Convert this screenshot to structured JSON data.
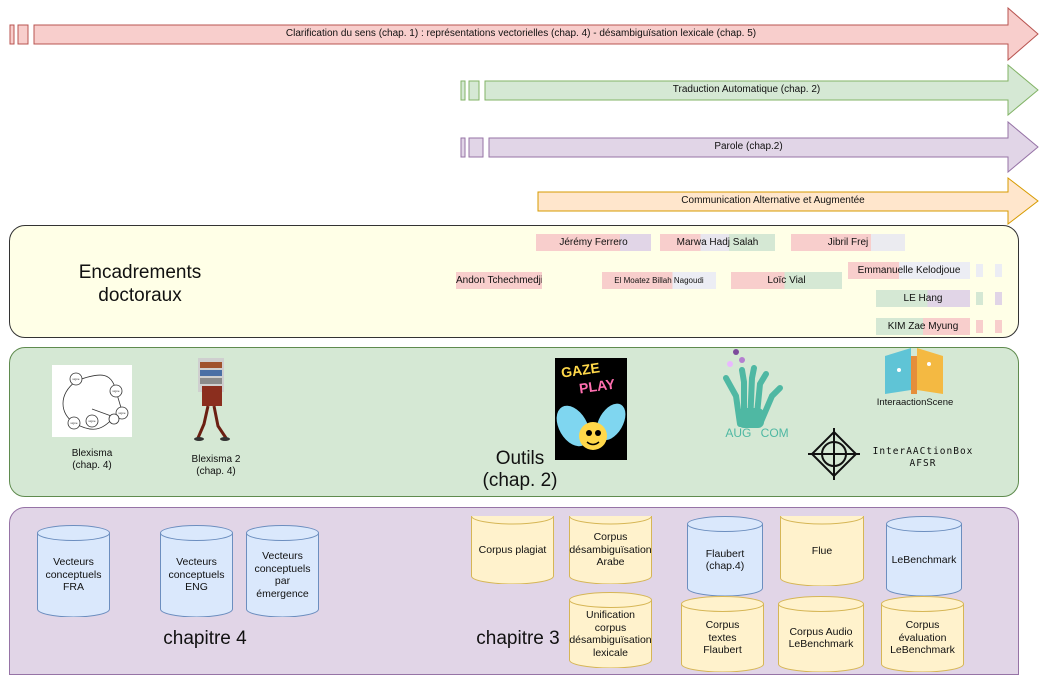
{
  "arrows": {
    "clarification": "Clarification du sens (chap. 1) : représentations vectorielles (chap. 4) - désambiguïsation lexicale (chap. 5)",
    "traduction": "Traduction Automatique (chap. 2)",
    "parole": "Parole (chap.2)",
    "caa": "Communication Alternative et Augmentée"
  },
  "encadrements": {
    "title_line1": "Encadrements",
    "title_line2": "doctoraux",
    "names": {
      "jeremy": "Jérémy Ferrero",
      "marwa": "Marwa Hadj Salah",
      "jibril": "Jibril Frej",
      "andon": "Andon Tchechmedjiev",
      "moatez": "El Moatez Billah Nagoudi",
      "loic": "Loïc Vial",
      "emmanuelle": "Emmanuelle Kelodjoue",
      "lehang": "LE Hang",
      "kim": "KIM Zae Myung"
    }
  },
  "outils": {
    "title_line1": "Outils",
    "title_line2": "(chap. 2)",
    "blexisma_line1": "Blexisma",
    "blexisma_line2": "(chap. 4)",
    "blexisma2_line1": "Blexisma 2",
    "blexisma2_line2": "(chap. 4)",
    "gazeplay_line1": "GAZE",
    "gazeplay_line2": "PLAY",
    "augcom_left": "AUG",
    "augcom_right": "COM",
    "interaactionscene": "InteraactionScene",
    "interaactionbox_line1": "InterAACtionBox",
    "interaactionbox_line2": "AFSR",
    "node_label": "signe"
  },
  "chapitres": {
    "chap4_title": "chapitre 4",
    "chap3_title": "chapitre 3",
    "vecteurs_fra": [
      "Vecteurs",
      "conceptuels",
      "FRA"
    ],
    "vecteurs_eng": [
      "Vecteurs",
      "conceptuels",
      "ENG"
    ],
    "vecteurs_emergence": [
      "Vecteurs",
      "conceptuels",
      "par",
      "émergence"
    ],
    "corpus_plagiat": [
      "Corpus plagiat"
    ],
    "corpus_desamb_arabe": [
      "Corpus",
      "désambiguïsation",
      "Arabe"
    ],
    "unification": [
      "Unification",
      "corpus",
      "désambiguïsation",
      "lexicale"
    ],
    "flaubert": [
      "Flaubert",
      "(chap.4)"
    ],
    "flue": [
      "Flue"
    ],
    "lebenchmark": [
      "LeBenchmark"
    ],
    "corpus_textes_flaubert": [
      "Corpus",
      "textes",
      "Flaubert"
    ],
    "corpus_audio": [
      "Corpus Audio",
      "LeBenchmark"
    ],
    "corpus_eval": [
      "Corpus",
      "évaluation",
      "LeBenchmark"
    ]
  },
  "colors": {
    "pink": "#f8cecc",
    "green": "#d5e8d4",
    "purple": "#e1d5e7",
    "orange": "#ffe6cc",
    "yellow_panel": "#ffffe7",
    "green_panel": "#d5e8d4",
    "purple_panel": "#e1d5e7",
    "blue_cyl": "#dae8fc",
    "yellow_cyl": "#fff2cc"
  }
}
